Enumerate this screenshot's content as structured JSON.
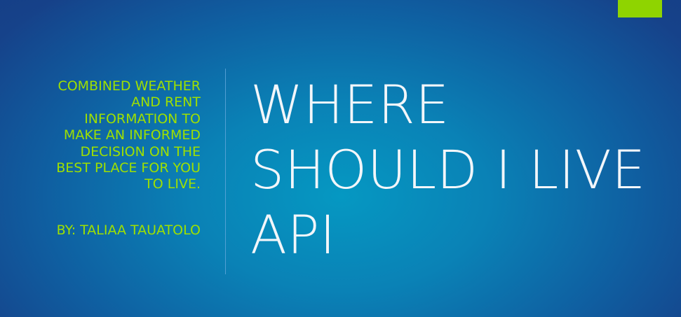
{
  "slide": {
    "title_lines": [
      "WHERE",
      "SHOULD I LIVE",
      "API"
    ],
    "subtitle_lines": [
      "COMBINED WEATHER",
      "AND RENT",
      "INFORMATION TO",
      "MAKE AN INFORMED",
      "DECISION ON THE",
      "BEST PLACE FOR YOU",
      "TO LIVE."
    ],
    "byline": "BY: TALIAA TAUATOLO"
  },
  "colors": {
    "background_center": "#0598c2",
    "background_edge": "#16428a",
    "accent_green": "#8fd400",
    "subtitle_text": "#9fe000",
    "title_text": "#f2f6fa"
  }
}
